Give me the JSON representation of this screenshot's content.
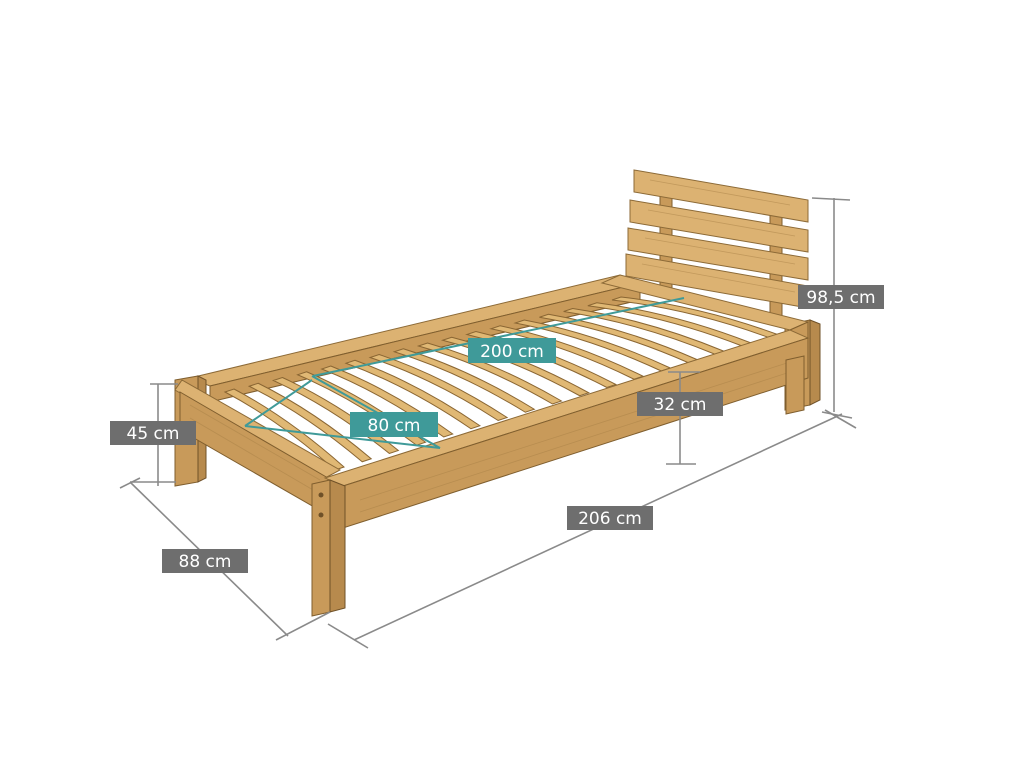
{
  "dimensions": {
    "headboard_height": "98,5 cm",
    "slat_length": "200 cm",
    "side_height": "32 cm",
    "slat_width": "80 cm",
    "bed_height": "45 cm",
    "bed_length": "206 cm",
    "bed_width": "88 cm"
  },
  "colors": {
    "label_gray": "#6e6e6e",
    "label_teal": "#3f9a99",
    "wood": "#dcb272"
  }
}
